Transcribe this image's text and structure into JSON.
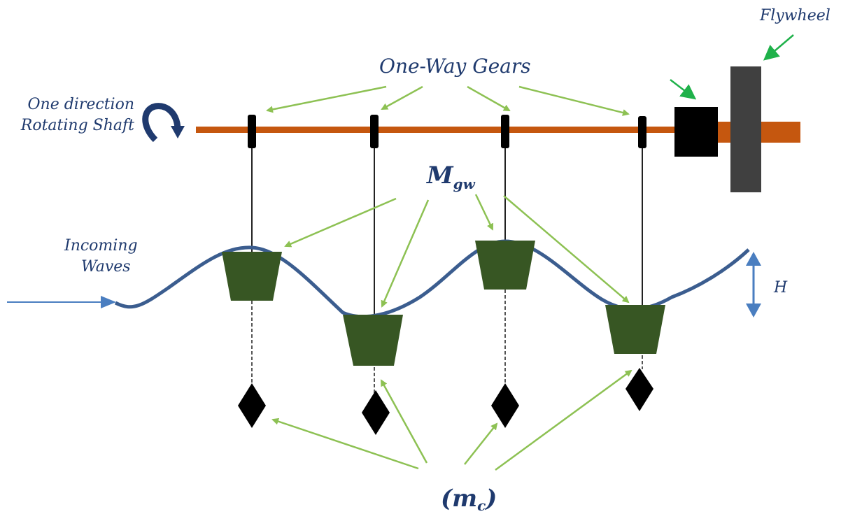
{
  "labels": {
    "flywheel": "Flywheel",
    "one_way_gears": "One-Way Gears",
    "shaft_line1": "One direction",
    "shaft_line2": "Rotating Shaft",
    "mgw_main": "M",
    "mgw_sub": "gw",
    "incoming_line1": "Incoming",
    "incoming_line2": "Waves",
    "height": "H",
    "mc_open": "(m",
    "mc_sub": "c",
    "mc_close": ")"
  },
  "colors": {
    "shaft": "#c5570f",
    "wave": "#3b5d8f",
    "bucket": "#375623",
    "label_arrow": "#8dc153",
    "flywheel_arrow": "#1fb14a",
    "text": "#1f3a6e",
    "flywheel": "#404040",
    "gear": "#000000",
    "input_arrow": "#4a7ec0"
  },
  "components": {
    "gear_count": 4,
    "bucket_count": 4,
    "counterweight_count": 4
  }
}
